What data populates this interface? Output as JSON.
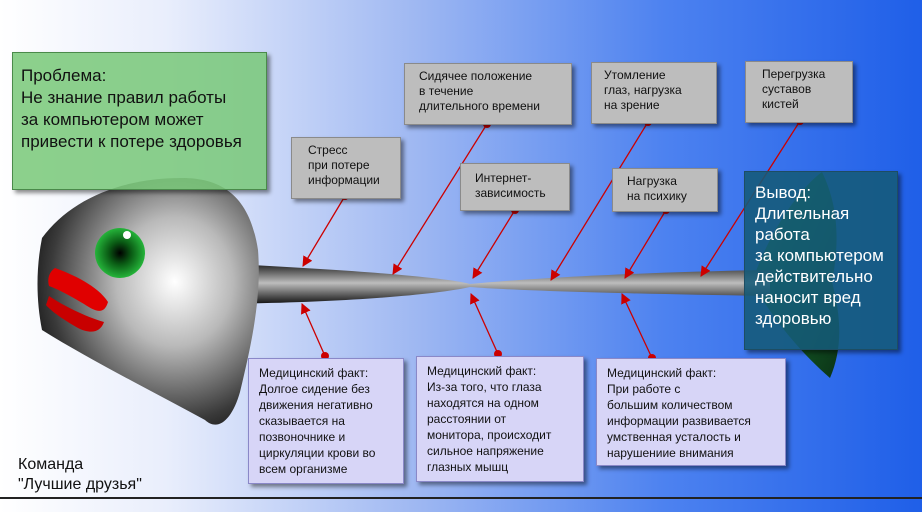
{
  "problem": {
    "lines": [
      "Проблема:",
      "Не знание правил работы",
      "за компьютером может",
      "привести к потере здоровья"
    ]
  },
  "causes": [
    {
      "id": "stress",
      "lines": [
        "Стресс",
        "при потере",
        "информации"
      ]
    },
    {
      "id": "sitting",
      "lines": [
        "Сидячее положение",
        "в течение",
        "длительного времени"
      ]
    },
    {
      "id": "eyes",
      "lines": [
        "Утомление",
        "глаз, нагрузка",
        "на зрение"
      ]
    },
    {
      "id": "joints",
      "lines": [
        "Перегрузка",
        "суставов",
        "кистей"
      ]
    },
    {
      "id": "internet",
      "lines": [
        "Интернет-",
        "зависимость"
      ]
    },
    {
      "id": "psyche",
      "lines": [
        "Нагрузка",
        "на психику"
      ]
    }
  ],
  "facts": [
    {
      "id": "spine",
      "lines": [
        "Медицинский факт:",
        "Долгое сидение без",
        "движения негативно",
        "сказывается на",
        "позвоночнике и",
        "циркуляции крови во",
        "всем организме"
      ]
    },
    {
      "id": "eyes",
      "lines": [
        "Медицинский факт:",
        "Из-за того, что глаза",
        "находятся на одном",
        "расстоянии от",
        "монитора, происходит",
        "сильное напряжение",
        "глазных мышц"
      ]
    },
    {
      "id": "mind",
      "lines": [
        "Медицинский факт:",
        "При работе с",
        "большим количеством",
        "информации развивается",
        "умственная усталость и",
        "нарушениие внимания"
      ]
    }
  ],
  "conclusion": {
    "lines": [
      "Вывод:",
      "Длительная",
      "работа",
      "за компьютером",
      "действительно",
      "наносит вред",
      "здоровью"
    ]
  },
  "team": {
    "lines": [
      "Команда",
      "\"Лучшие друзья\""
    ]
  },
  "colors": {
    "arrow": "#cc0000",
    "cause_box": "#bdbdbd",
    "fact_box": "#d7d5f7",
    "problem_box": "#7cc87c",
    "conclusion_box": "#145a78"
  }
}
